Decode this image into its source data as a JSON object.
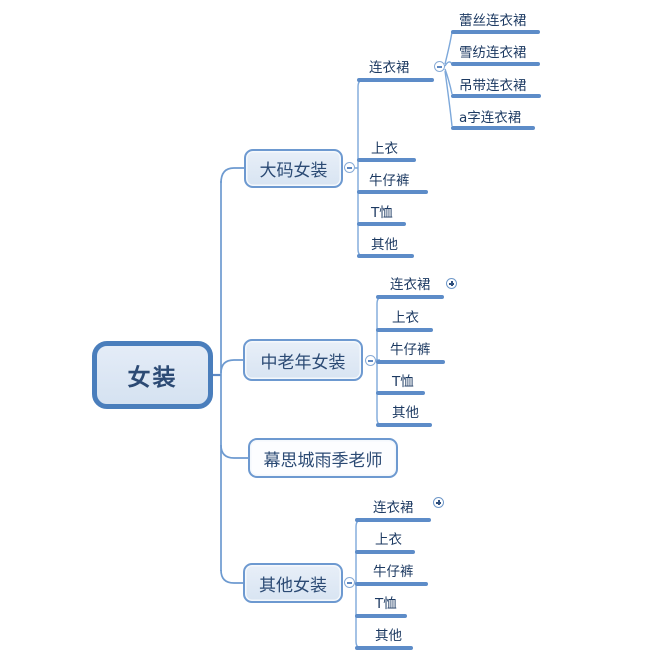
{
  "palette": {
    "canvas_bg": "#ffffff",
    "trunk_line": "#6d9ad0",
    "child_line": "#7da8da",
    "underline": "#5d8cc8",
    "box_border": "#6d99d0",
    "box_fill_light_blue": "#dce7f3",
    "box_fill_white": "#fcfdff",
    "root_border": "#4a7ebc",
    "root_fill": "#dae4f2",
    "node_text": "#2b4a74",
    "label_text": "#1d3a62"
  },
  "map": {
    "root": {
      "label": "女装"
    },
    "branches": [
      {
        "label": "大码女装",
        "toggle": "collapse",
        "children": [
          {
            "label": "连衣裙",
            "toggle": "collapse",
            "children": [
              {
                "label": "蕾丝连衣裙"
              },
              {
                "label": "雪纺连衣裙"
              },
              {
                "label": "吊带连衣裙"
              },
              {
                "label": "a字连衣裙"
              }
            ]
          },
          {
            "label": "上衣"
          },
          {
            "label": "牛仔裤"
          },
          {
            "label": "T恤"
          },
          {
            "label": "其他"
          }
        ]
      },
      {
        "label": "中老年女装",
        "toggle": "collapse",
        "children": [
          {
            "label": "连衣裙",
            "toggle": "expand"
          },
          {
            "label": "上衣"
          },
          {
            "label": "牛仔裤"
          },
          {
            "label": "T恤"
          },
          {
            "label": "其他"
          }
        ]
      },
      {
        "label": "幕思城雨季老师"
      },
      {
        "label": "其他女装",
        "toggle": "collapse",
        "children": [
          {
            "label": "连衣裙",
            "toggle": "expand"
          },
          {
            "label": "上衣"
          },
          {
            "label": "牛仔裤"
          },
          {
            "label": "T恤"
          },
          {
            "label": "其他"
          }
        ]
      }
    ]
  }
}
